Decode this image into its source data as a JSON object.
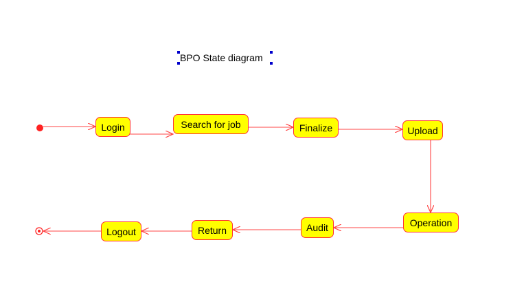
{
  "diagram": {
    "title": "BPO State diagram",
    "colors": {
      "state_fill": "#ffff00",
      "state_border": "#ff3333",
      "arrow": "#ff4444",
      "selection_handle": "#0000cc"
    },
    "states": [
      {
        "id": "login",
        "label": "Login"
      },
      {
        "id": "search",
        "label": "Search for job"
      },
      {
        "id": "finalize",
        "label": "Finalize"
      },
      {
        "id": "upload",
        "label": "Upload"
      },
      {
        "id": "operation",
        "label": "Operation"
      },
      {
        "id": "audit",
        "label": "Audit"
      },
      {
        "id": "return",
        "label": "Return"
      },
      {
        "id": "logout",
        "label": "Logout"
      }
    ],
    "transitions": [
      {
        "from": "start",
        "to": "login"
      },
      {
        "from": "login",
        "to": "search"
      },
      {
        "from": "search",
        "to": "finalize"
      },
      {
        "from": "finalize",
        "to": "upload"
      },
      {
        "from": "upload",
        "to": "operation"
      },
      {
        "from": "operation",
        "to": "audit"
      },
      {
        "from": "audit",
        "to": "return"
      },
      {
        "from": "return",
        "to": "logout"
      },
      {
        "from": "logout",
        "to": "end"
      }
    ]
  }
}
